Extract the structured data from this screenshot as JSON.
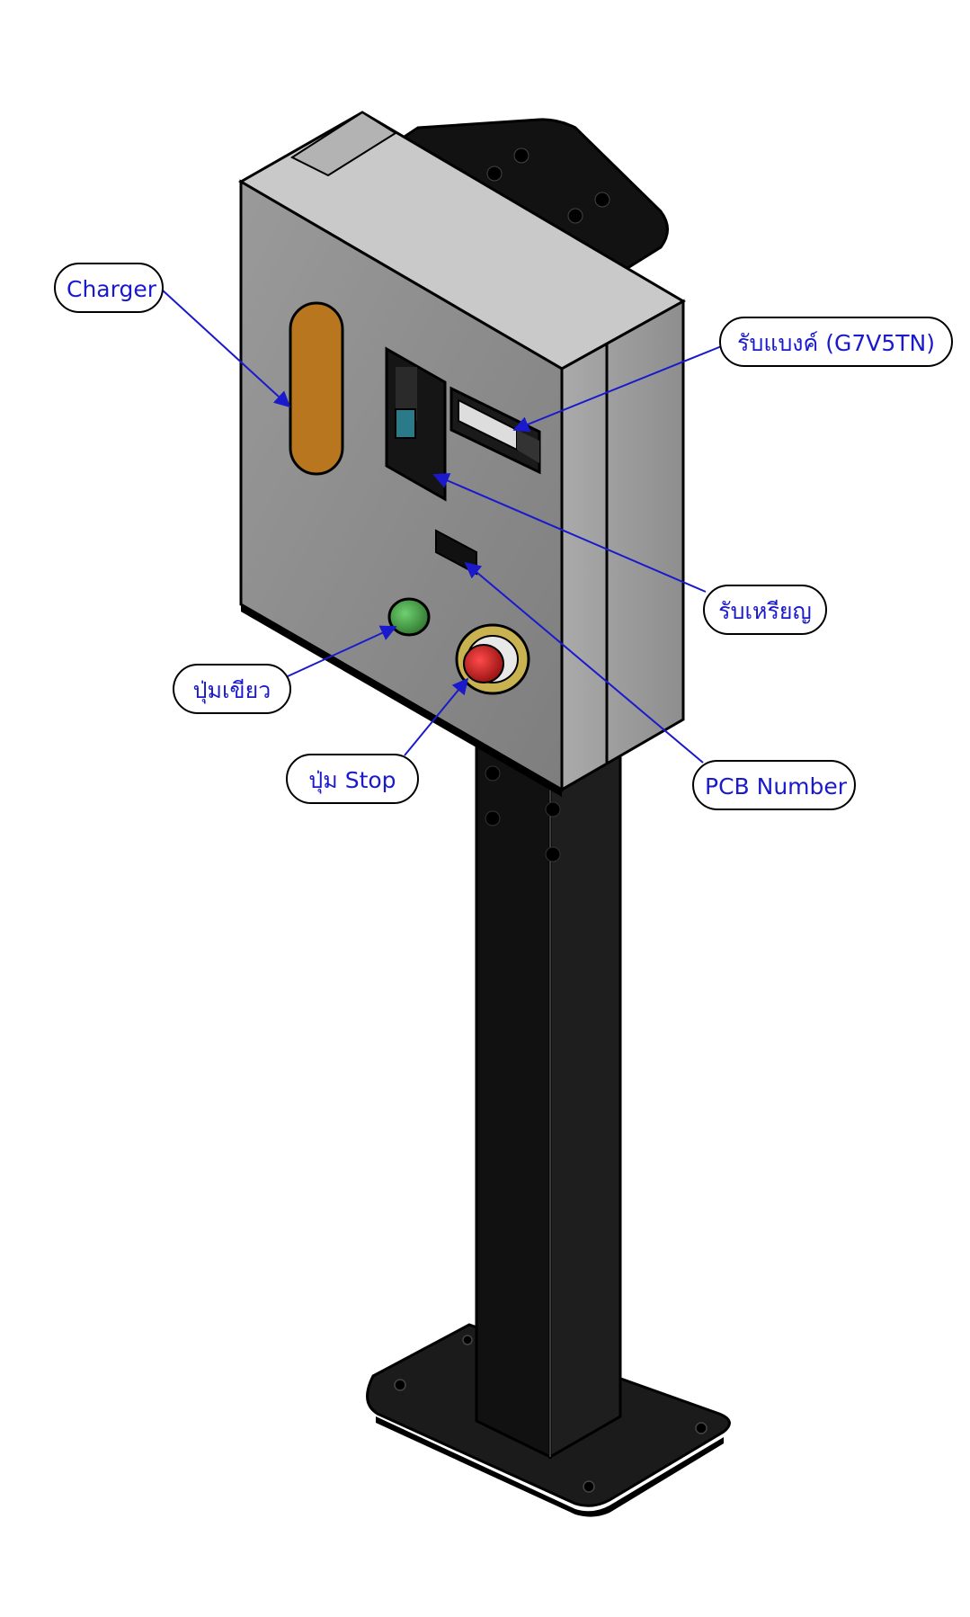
{
  "labels": {
    "charger": "Charger",
    "bill_acceptor": "รับแบงค์ (G7V5TN)",
    "coin_acceptor": "รับเหรียญ",
    "green_button": "ปุ่มเขียว",
    "stop_button": "ปุ่ม Stop",
    "pcb_number": "PCB Number"
  },
  "colors": {
    "label_text": "#1a1acc",
    "leader_line": "#1a1acc",
    "box_front": "#8a8a8a",
    "box_side": "#9c9c9c",
    "box_top": "#c8c8c8",
    "charger_window": "#b8771e",
    "green_button": "#3f9a3f",
    "stop_button": "#c41a1a",
    "stop_ring": "#c9b250",
    "pole": "#111111"
  }
}
